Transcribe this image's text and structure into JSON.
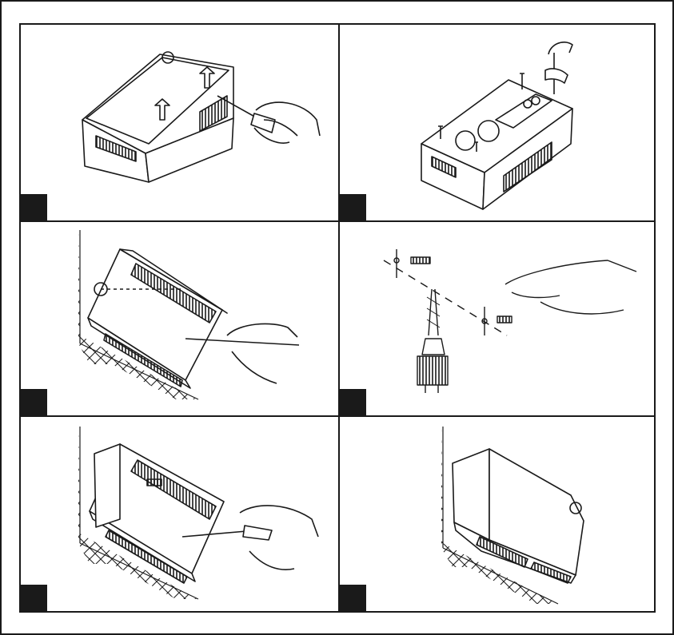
{
  "document": {
    "type": "wall mounting installation steps",
    "colors": {
      "ink": "#1a1a1a",
      "paper": "#ffffff",
      "hatch": "#222222"
    }
  },
  "steps": [
    {
      "number": "",
      "icon": "remove-cover-screwdriver"
    },
    {
      "number": "",
      "icon": "unscrew-base-screws"
    },
    {
      "number": "",
      "icon": "mark-wall-holes"
    },
    {
      "number": "",
      "icon": "drill-and-insert-anchors"
    },
    {
      "number": "",
      "icon": "screw-base-to-wall"
    },
    {
      "number": "",
      "icon": "attach-cover-mounted-unit"
    }
  ]
}
